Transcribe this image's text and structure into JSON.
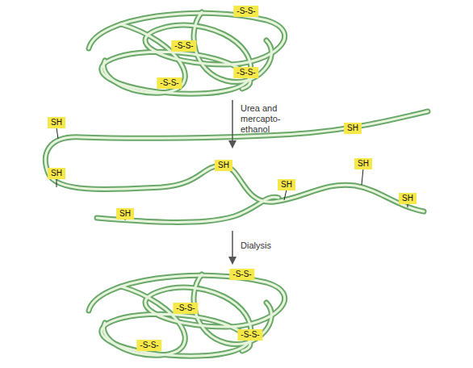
{
  "diagram": {
    "nodes": [
      {
        "text": [
          "-S-S-"
        ]
      },
      {
        "text": [
          "-S-S-"
        ]
      },
      {
        "text": [
          "-S-S-"
        ]
      },
      {
        "text": [
          "-S-S-"
        ]
      },
      {
        "text": [
          "SH"
        ]
      },
      {
        "text": [
          "SH"
        ]
      },
      {
        "text": [
          "SH"
        ]
      },
      {
        "text": [
          "SH"
        ]
      },
      {
        "text": [
          "SH"
        ]
      },
      {
        "text": [
          "SH"
        ]
      },
      {
        "text": [
          "SH"
        ]
      },
      {
        "text": [
          "SH"
        ]
      },
      {
        "text": [
          "-S-S-"
        ]
      },
      {
        "text": [
          "-S-S-"
        ]
      },
      {
        "text": [
          "-S-S-"
        ]
      },
      {
        "text": [
          "-S-S-"
        ]
      }
    ],
    "labels": [
      "Urea and mercapto- ethanol",
      "Dialysis"
    ]
  }
}
